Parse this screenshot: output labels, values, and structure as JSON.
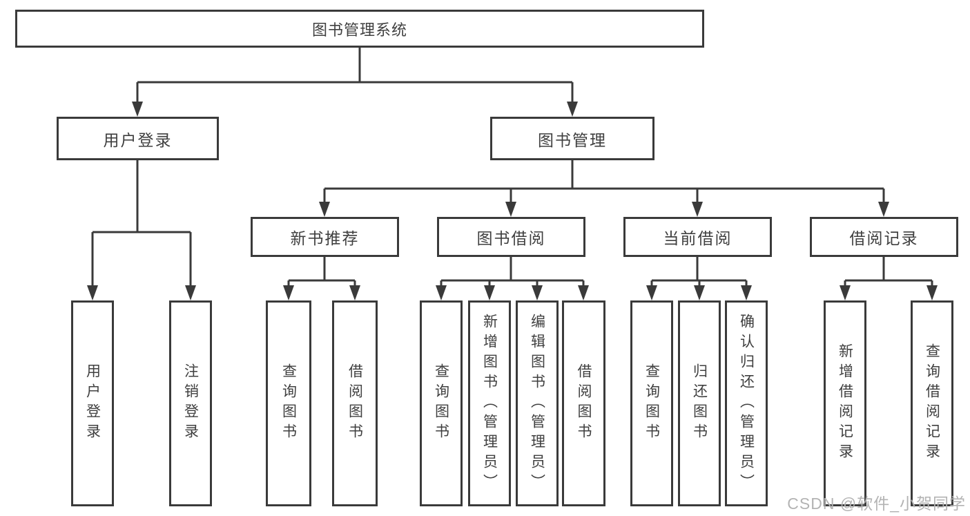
{
  "tree": {
    "title": "图书管理系统",
    "children": [
      {
        "label": "用户登录",
        "children": [
          "用户登录",
          "注销登录"
        ]
      },
      {
        "label": "图书管理",
        "children": [
          {
            "label": "新书推荐",
            "children": [
              "查询图书",
              "借阅图书"
            ]
          },
          {
            "label": "图书借阅",
            "children": [
              "查询图书",
              "新增图书（管理员）",
              "编辑图书（管理员）",
              "借阅图书"
            ]
          },
          {
            "label": "当前借阅",
            "children": [
              "查询图书",
              "归还图书",
              "确认归还（管理员）"
            ]
          },
          {
            "label": "借阅记录",
            "children": [
              "新增借阅记录",
              "查询借阅记录"
            ]
          }
        ]
      }
    ]
  },
  "watermark": "CSDN @软件_小贺同学",
  "colors": {
    "line": "#3a3a3a",
    "text": "#3f3f3f",
    "background": "#ffffff",
    "watermark": "#b3b3b3"
  }
}
